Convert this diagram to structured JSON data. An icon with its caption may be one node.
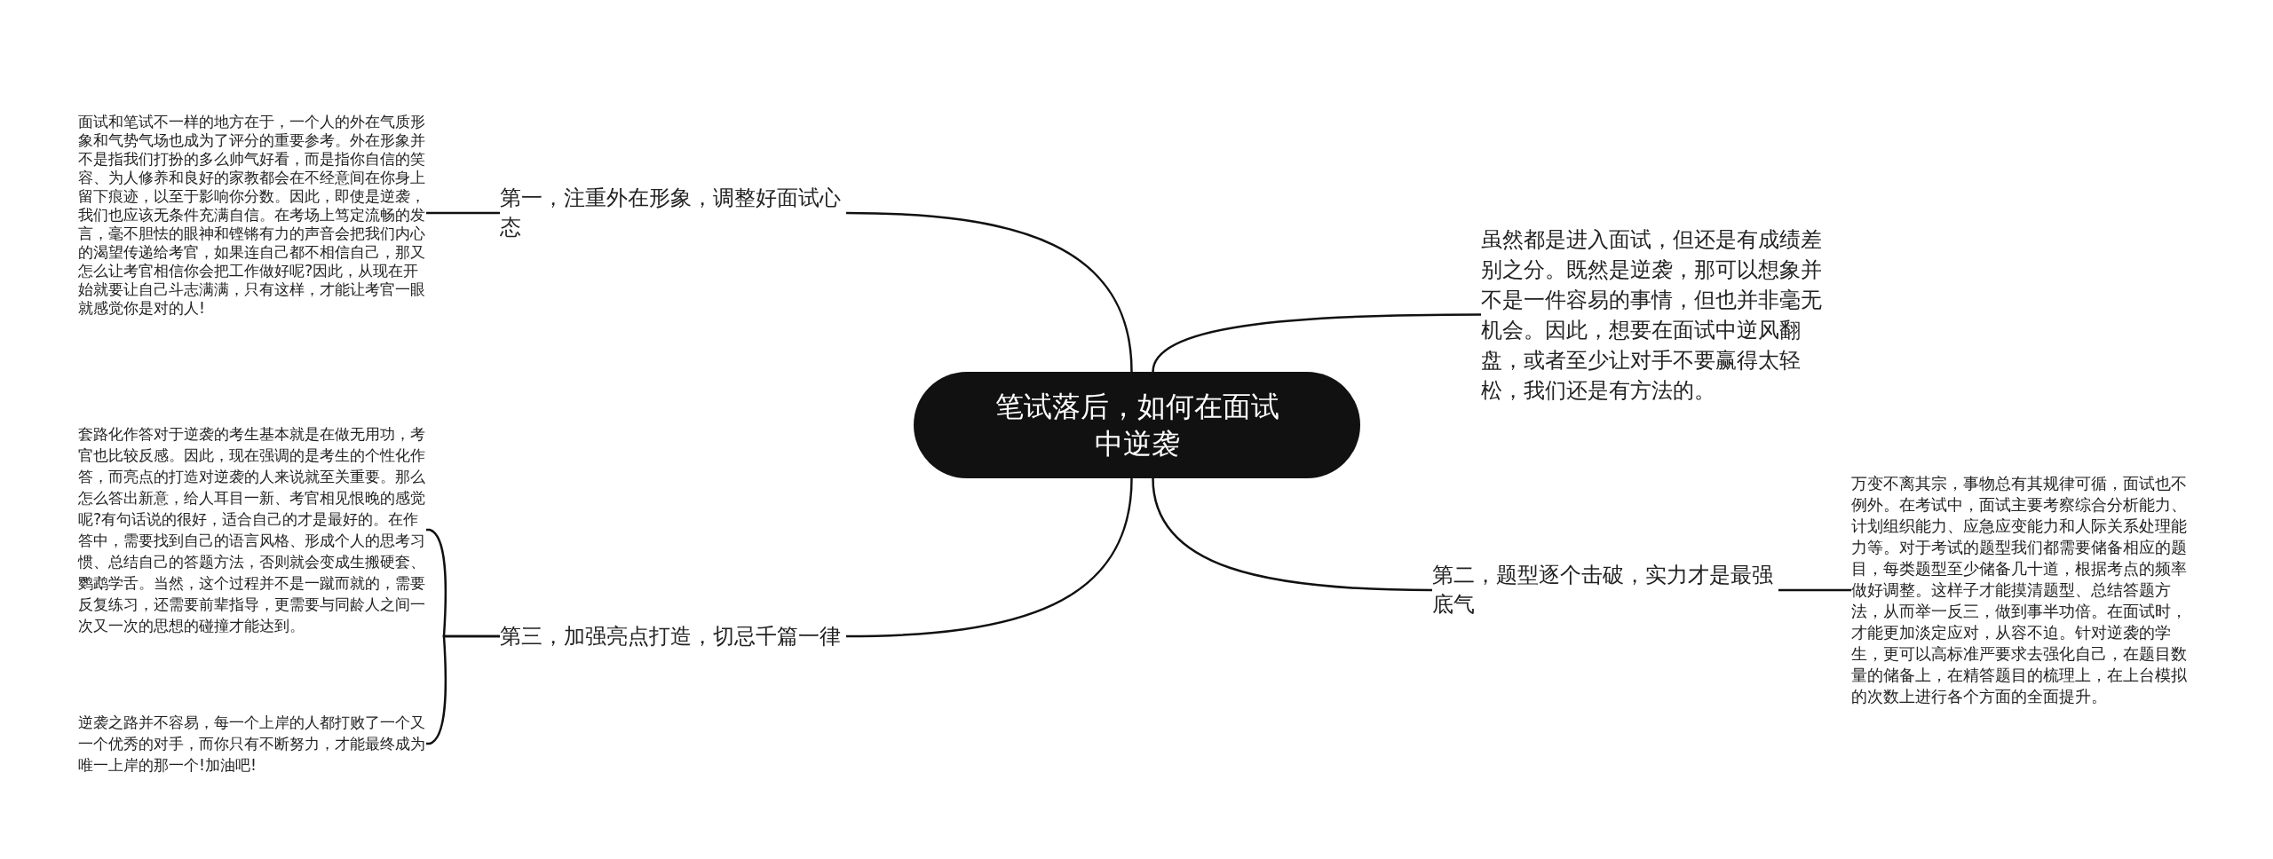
{
  "diagram": {
    "nodes": [
      {
        "text": [
          "笔试落后，如何在面试中逆袭"
        ]
      },
      {
        "text": [
          "第一，注重外在形象，调整好面试心态"
        ]
      },
      {
        "text": [
          "面试和笔试不一样的地方在于，一个人的外在气质形象和气势气场也成为了评分的重要参考。外在形象并不是指我们打扮的多么帅气好看，而是指你自信的笑容、为人修养和良好的家教都会在不经意间在你身上留下痕迹，以至于影响你分数。因此，即使是逆袭，我们也应该无条件充满自信。在考场上笃定流畅的发言，毫不胆怯的眼神和铿锵有力的声音会把我们内心的渴望传递给考官，如果连自己都不相信自己，那又怎么让考官相信你会把工作做好呢?因此，从现在开始就要让自己斗志满满，只有这样，才能让考官一眼就感觉你是对的人!"
        ]
      },
      {
        "text": [
          "虽然都是进入面试，但还是有成绩差别之分。既然是逆袭，那可以想象并不是一件容易的事情，但也并非毫无机会。因此，想要在面试中逆风翻盘，或者至少让对手不要赢得太轻松，我们还是有方法的。"
        ]
      },
      {
        "text": [
          "第二，题型逐个击破，实力才是最强底气"
        ]
      },
      {
        "text": [
          "万变不离其宗，事物总有其规律可循，面试也不例外。在考试中，面试主要考察综合分析能力、计划组织能力、应急应变能力和人际关系处理能力等。对于考试的题型我们都需要储备相应的题目，每类题型至少储备几十道，根据考点的频率做好调整。这样子才能摸清题型、总结答题方法，从而举一反三，做到事半功倍。在面试时，才能更加淡定应对，从容不迫。针对逆袭的学生，更可以高标准严要求去强化自己，在题目数量的储备上，在精答题目的梳理上，在上台模拟的次数上进行各个方面的全面提升。"
        ]
      },
      {
        "text": [
          "第三，加强亮点打造，切忌千篇一律"
        ]
      },
      {
        "text": [
          "套路化作答对于逆袭的考生基本就是在做无用功，考官也比较反感。因此，现在强调的是考生的个性化作答，而亮点的打造对逆袭的人来说就至关重要。那么怎么答出新意，给人耳目一新、考官相见恨晚的感觉呢?有句话说的很好，适合自己的才是最好的。在作答中，需要找到自己的语言风格、形成个人的思考习惯、总结自己的答题方法，否则就会变成生搬硬套、鹦鹉学舌。当然，这个过程并不是一蹴而就的，需要反复练习，还需要前辈指导，更需要与同龄人之间一次又一次的思想的碰撞才能达到。"
        ]
      },
      {
        "text": [
          "逆袭之路并不容易，每一个上岸的人都打败了一个又一个优秀的对手，而你只有不断努力，才能最终成为唯一上岸的那一个!加油吧!"
        ]
      }
    ],
    "edges": [
      {
        "from": 0,
        "to": 1,
        "arrow": "none"
      },
      {
        "from": 1,
        "to": 2,
        "arrow": "none"
      },
      {
        "from": 0,
        "to": 3,
        "arrow": "none"
      },
      {
        "from": 0,
        "to": 4,
        "arrow": "none"
      },
      {
        "from": 4,
        "to": 5,
        "arrow": "none"
      },
      {
        "from": 0,
        "to": 6,
        "arrow": "none"
      },
      {
        "from": 6,
        "to": 7,
        "arrow": "none"
      },
      {
        "from": 6,
        "to": 8,
        "arrow": "none"
      }
    ]
  }
}
